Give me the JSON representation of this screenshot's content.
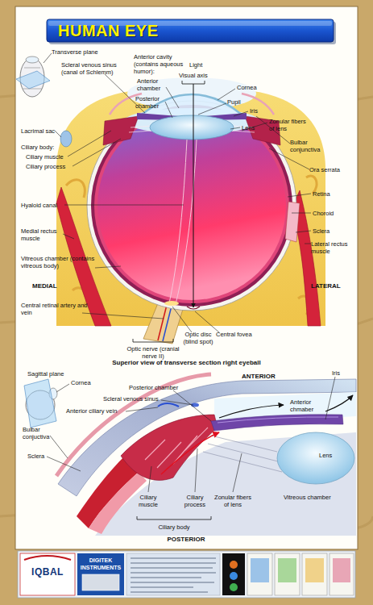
{
  "diagram": {
    "title": "HUMAN EYE",
    "labels": [
      "Transverse plane",
      "Scleral venous sinus (canal of Schlemm)",
      "Anterior cavity (contains aqueous humor):",
      "Anterior chamber",
      "Posterior chamber",
      "Light",
      "Visual axis",
      "Cornea",
      "Pupil",
      "Iris",
      "Lens",
      "Zonular fibers of lens",
      "Lacrimal sac",
      "Bulbar conjunctiva",
      "Ciliary body:",
      "Ciliary muscle",
      "Ciliary process",
      "Ora serrata",
      "Retina",
      "Hyaloid canal",
      "Choroid",
      "Sclera",
      "Medial rectus muscle",
      "Lateral rectus muscle",
      "Vitreous chamber (contains vitreous body)",
      "MEDIAL",
      "LATERAL",
      "Central retinal artery and vein",
      "Optic nerve (cranial nerve II)",
      "Optic disc (blind spot)",
      "Central fovea",
      "Superior view of transverse section right eyeball",
      "Sagittal plane",
      "Cornea",
      "ANTERIOR",
      "Posterior chamber",
      "Scleral venous sinus",
      "Anterior ciliary vein",
      "Iris",
      "Anterior chmaber",
      "Bulbar conjuctiva",
      "Sclera",
      "Lens",
      "Vitreous chamber",
      "Ciliary muscle",
      "Ciliary process",
      "Zonular fibers of lens",
      "Ciliary body",
      "POSTERIOR",
      "IQBAL",
      "DIGITEK INSTRUMENTS"
    ]
  }
}
